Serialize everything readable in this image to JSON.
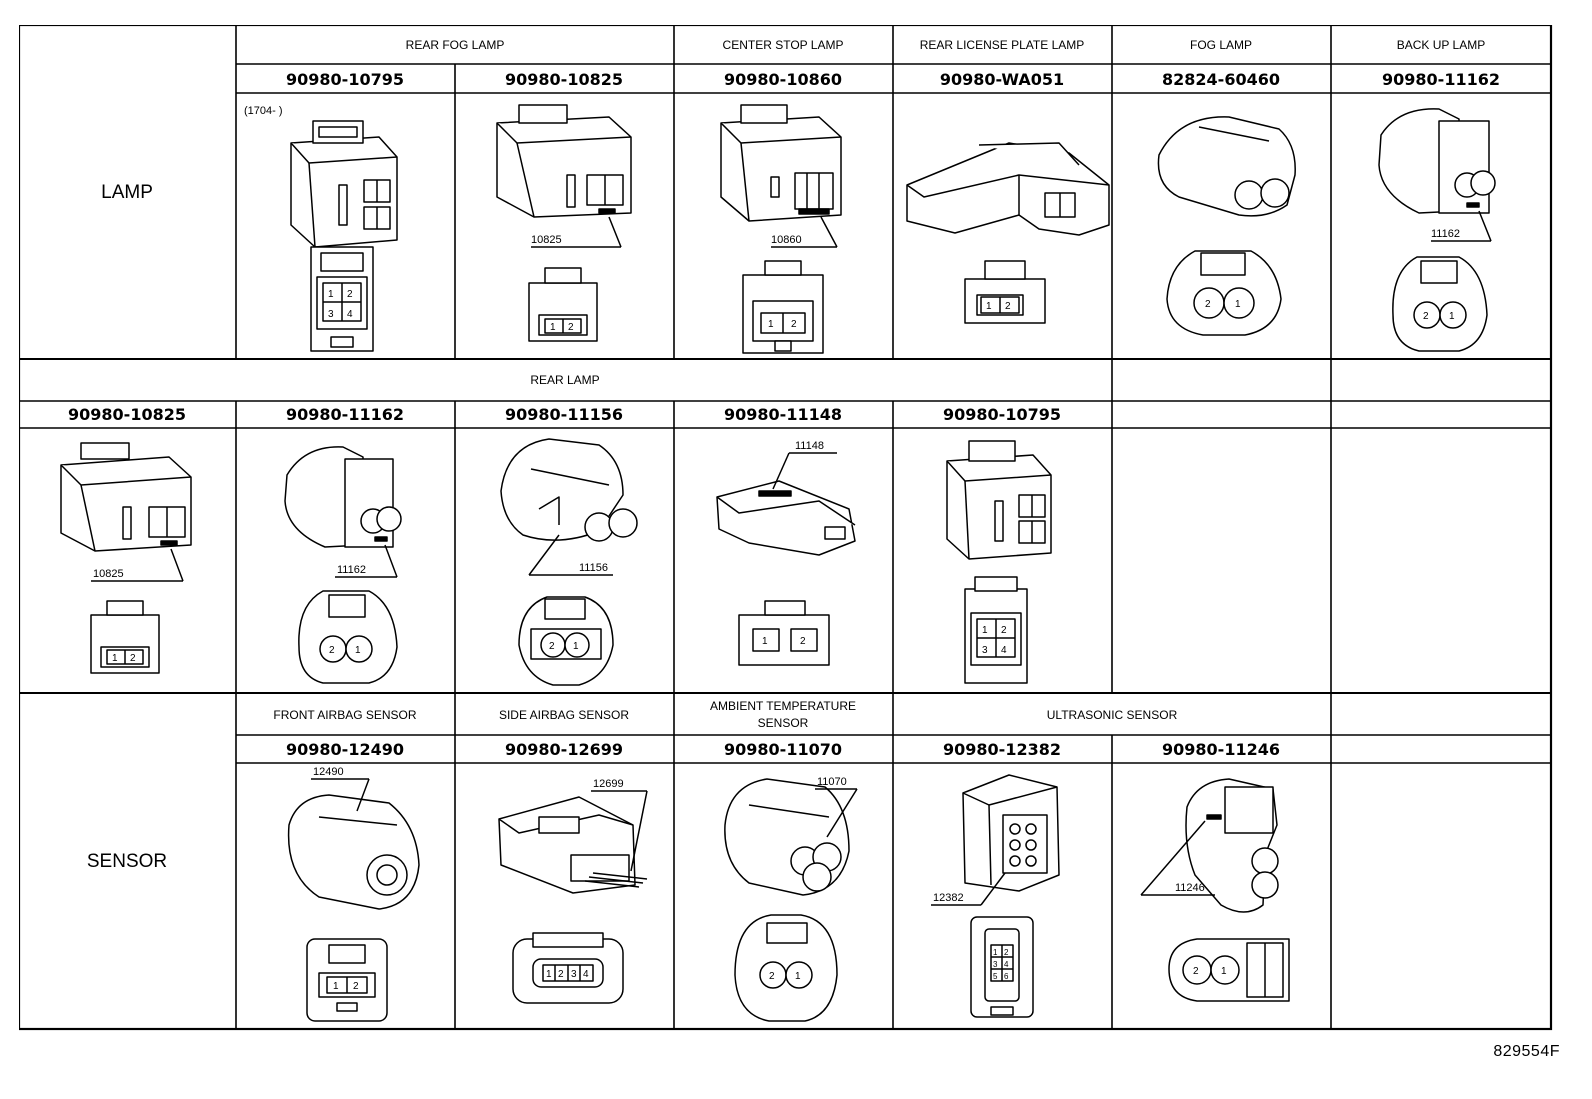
{
  "sections": {
    "lamp": "LAMP",
    "sensor": "SENSOR"
  },
  "lamp_row": {
    "headers": [
      "REAR FOG LAMP",
      "CENTER STOP LAMP",
      "REAR LICENSE PLATE LAMP",
      "FOG LAMP",
      "BACK UP LAMP"
    ],
    "parts": [
      {
        "pn": "90980-10795",
        "pins": [
          "1",
          "2",
          "3",
          "4"
        ],
        "note": "(1704-      )"
      },
      {
        "pn": "90980-10825",
        "pins": [
          "1",
          "2"
        ],
        "callout": "10825"
      },
      {
        "pn": "90980-10860",
        "pins": [
          "1",
          "2"
        ],
        "callout": "10860"
      },
      {
        "pn": "90980-WA051",
        "pins": [
          "1",
          "2"
        ]
      },
      {
        "pn": "82824-60460",
        "pins": [
          "2",
          "1"
        ]
      },
      {
        "pn": "90980-11162",
        "pins": [
          "2",
          "1"
        ],
        "callout": "11162"
      }
    ]
  },
  "rear_row": {
    "header": "REAR LAMP",
    "parts": [
      {
        "pn": "90980-10825",
        "pins": [
          "1",
          "2"
        ],
        "callout": "10825"
      },
      {
        "pn": "90980-11162",
        "pins": [
          "2",
          "1"
        ],
        "callout": "11162"
      },
      {
        "pn": "90980-11156",
        "pins": [
          "2",
          "1"
        ],
        "callout": "11156"
      },
      {
        "pn": "90980-11148",
        "pins": [
          "1",
          "2"
        ],
        "callout": "11148"
      },
      {
        "pn": "90980-10795",
        "pins": [
          "1",
          "2",
          "3",
          "4"
        ]
      }
    ]
  },
  "sensor_row": {
    "headers": [
      "FRONT AIRBAG SENSOR",
      "SIDE AIRBAG SENSOR",
      "AMBIENT TEMPERATURE",
      "SENSOR",
      "ULTRASONIC SENSOR"
    ],
    "parts": [
      {
        "pn": "90980-12490",
        "pins": [
          "1",
          "2"
        ],
        "callout": "12490"
      },
      {
        "pn": "90980-12699",
        "pins": [
          "1",
          "2",
          "3",
          "4"
        ],
        "callout": "12699"
      },
      {
        "pn": "90980-11070",
        "pins": [
          "2",
          "1"
        ],
        "callout": "11070"
      },
      {
        "pn": "90980-12382",
        "pins": [
          "1",
          "2",
          "3",
          "4",
          "5",
          "6"
        ],
        "callout": "12382"
      },
      {
        "pn": "90980-11246",
        "pins": [
          "2",
          "1"
        ],
        "callout": "11246"
      }
    ]
  },
  "drawing_code": "829554F"
}
